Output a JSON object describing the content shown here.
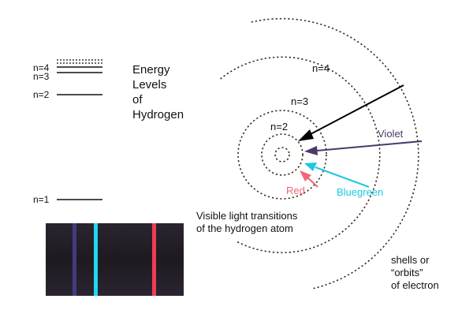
{
  "energy_levels": {
    "labels": [
      "n=4",
      "n=3",
      "n=2",
      "n=1"
    ],
    "title_lines": [
      "Energy",
      "Levels",
      "of",
      "Hydrogen"
    ]
  },
  "orbits": {
    "labels": [
      "n=2",
      "n=3",
      "n=4"
    ]
  },
  "transitions": [
    {
      "label": "Violet",
      "color": "#4a3a66"
    },
    {
      "label": "Bluegreen",
      "color": "#1ec8e0"
    },
    {
      "label": "Red",
      "color": "#ee6677"
    }
  ],
  "caption_lines": [
    "Visible light transitions",
    "of the hydrogen atom"
  ],
  "shells_lines": [
    "shells or",
    "“orbits”",
    "of electron"
  ],
  "spectrum": {
    "background": "#1e1a20",
    "lines": [
      {
        "name": "violet",
        "color": "#4a4090"
      },
      {
        "name": "bluegreen",
        "color": "#22d6f2"
      },
      {
        "name": "red",
        "color": "#f03c55"
      }
    ]
  }
}
